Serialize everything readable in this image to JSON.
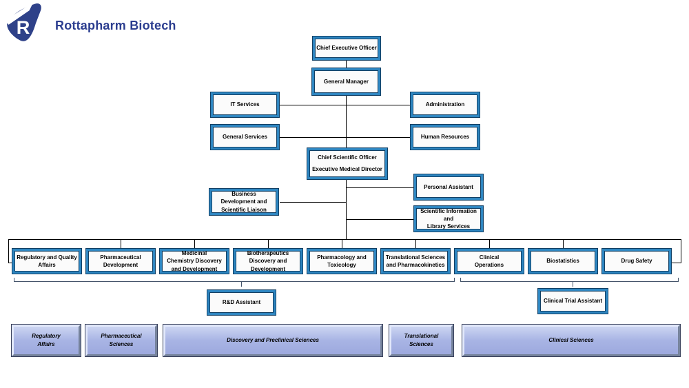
{
  "brand": {
    "name": "Rottapharm Biotech",
    "logo_letter": "R"
  },
  "org": {
    "ceo": "Chief Executive Officer",
    "general_manager": "General Manager",
    "it_services": "IT Services",
    "administration": "Administration",
    "general_services": "General Services",
    "human_resources": "Human Resources",
    "cso": "Chief Scientific Officer\nExecutive Medical Director",
    "business_development": "Business\nDevelopment and\nScientific Liaison",
    "personal_assistant": "Personal Assistant",
    "scientific_information": "Scientific Information\nand\nLibrary Services",
    "departments": [
      "Regulatory and Quality\nAffairs",
      "Pharmaceutical\nDevelopment",
      "Medicinal\nChemistry Discovery\nand Development",
      "Biotherapeutics\nDiscovery and\nDevelopment",
      "Pharmacology and\nToxicology",
      "Translational Sciences\nand Pharmacokinetics",
      "Clinical\nOperations",
      "Biostatistics",
      "Drug Safety"
    ],
    "rd_assistant": "R&D Assistant",
    "clinical_trial_assistant": "Clinical Trial Assistant",
    "areas": [
      "Regulatory\nAffairs",
      "Pharmaceutical\nSciences",
      "Discovery and Preclinical Sciences",
      "Translational\nSciences",
      "Clinical Sciences"
    ]
  },
  "colors": {
    "brand_blue": "#2b3d8f",
    "box_band_blue": "#2e86c1",
    "box_line_navy": "#123f63",
    "area_fill": "#a8b4e4",
    "connector": "#000000",
    "bracket": "#44546a"
  }
}
